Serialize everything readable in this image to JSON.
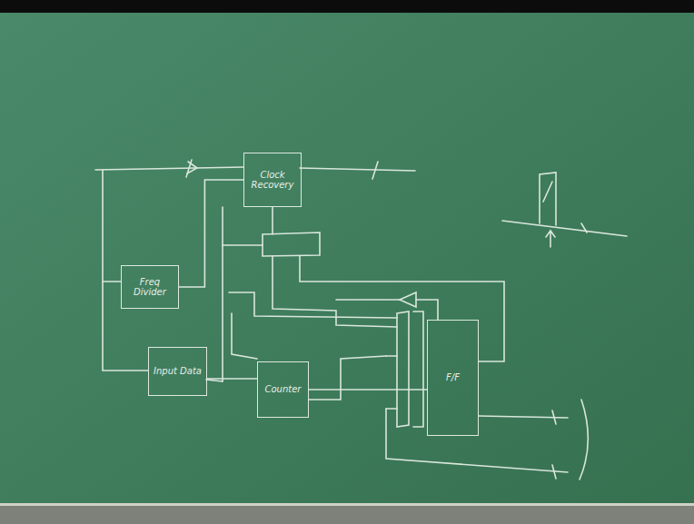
{
  "diagram": {
    "nodes": [
      {
        "text": [
          "Clock Recovery"
        ]
      },
      {
        "text": [
          "Freq Divider"
        ]
      },
      {
        "text": [
          "Input Data"
        ]
      },
      {
        "text": [
          "Counter"
        ]
      },
      {
        "text": [
          "F/F"
        ]
      }
    ],
    "edges": [
      {
        "from": 1,
        "to": 0,
        "arrow": "none"
      },
      {
        "from": 2,
        "to": 3,
        "arrow": "none"
      },
      {
        "from": 3,
        "to": 4,
        "arrow": "none"
      }
    ]
  }
}
